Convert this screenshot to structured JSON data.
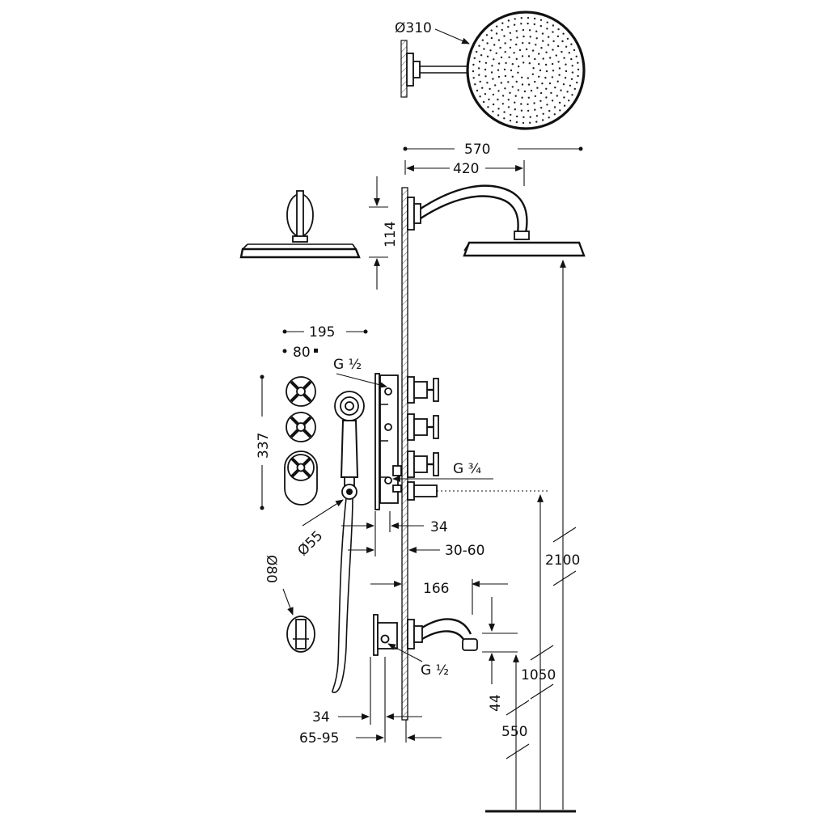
{
  "dimensions": {
    "head_diameter": "Ø310",
    "overall_width": "570",
    "arm_projection": "420",
    "head_drop": "114",
    "plate_width": "195",
    "handle_spacing": "80",
    "plate_height": "337",
    "inlet_top": "G ½",
    "outlet": "G ¾",
    "handset_diameter": "Ø55",
    "recess_depth_upper": "34",
    "recess_range_upper": "30-60",
    "connector_diameter": "Ø80",
    "spout_projection": "166",
    "spout_drop": "44",
    "inlet_bottom": "G ½",
    "recess_depth_lower": "34",
    "recess_range_lower": "65-95",
    "height_head": "2100",
    "height_valve": "1050",
    "height_spout": "550"
  }
}
